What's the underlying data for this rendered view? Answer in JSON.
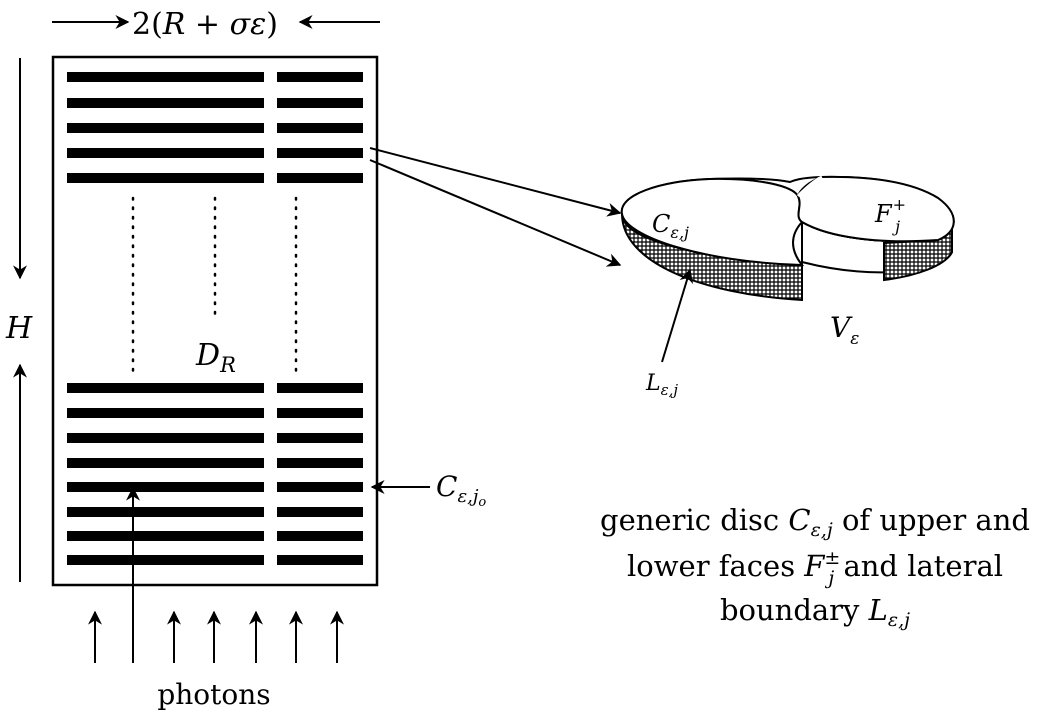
{
  "labels": {
    "width_prefix": "2(",
    "width_R": "R",
    "width_plus": " + ",
    "width_sigma_eps": "σε",
    "width_suffix": ")",
    "height": "H",
    "domain_main": "D",
    "domain_sub": "R",
    "bottom_disc_main": "C",
    "bottom_disc_sub": "ε,j",
    "bottom_disc_subsub": "o",
    "disc_top_main": "C",
    "disc_top_sub": "ε,j",
    "face_main": "F",
    "face_sub": "j",
    "face_sup": "+",
    "lateral_main": "L",
    "lateral_sub": "ε,j",
    "volume_main": "V",
    "volume_sub": "ε",
    "photons": "photons"
  },
  "caption": {
    "line1_a": "generic disc ",
    "line1_math_main": "C",
    "line1_math_sub": "ε,j",
    "line1_b": " of upper and",
    "line2_a": "lower faces ",
    "line2_math_main": "F",
    "line2_math_sub": "j",
    "line2_math_sup": "±",
    "line2_b": " and lateral",
    "line3_a": "boundary ",
    "line3_math_main": "L",
    "line3_math_sub": "ε,j"
  },
  "colors": {
    "ink": "#000000",
    "paper": "#ffffff"
  }
}
